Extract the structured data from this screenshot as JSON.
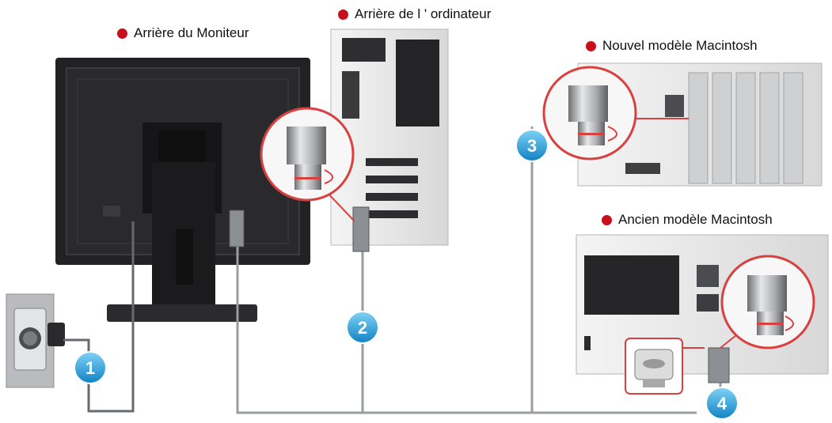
{
  "labels": {
    "monitor_back": "Arrière du Moniteur",
    "computer_back": "Arrière de l ' ordinateur",
    "new_mac": "Nouvel modèle Macintosh",
    "old_mac": "Ancien modèle Macintosh"
  },
  "steps": [
    "1",
    "2",
    "3",
    "4"
  ],
  "colors": {
    "bullet": "#c8101c",
    "badge": "#2aa3de",
    "cable": "#9a9ea2",
    "monitor": "#1f1f21",
    "case": "#e9e9e9"
  },
  "icons": [
    "wall-outlet-icon",
    "power-plug-icon",
    "vga-connector-icon",
    "dvi-adapter-icon",
    "magnifier-callout-icon"
  ]
}
